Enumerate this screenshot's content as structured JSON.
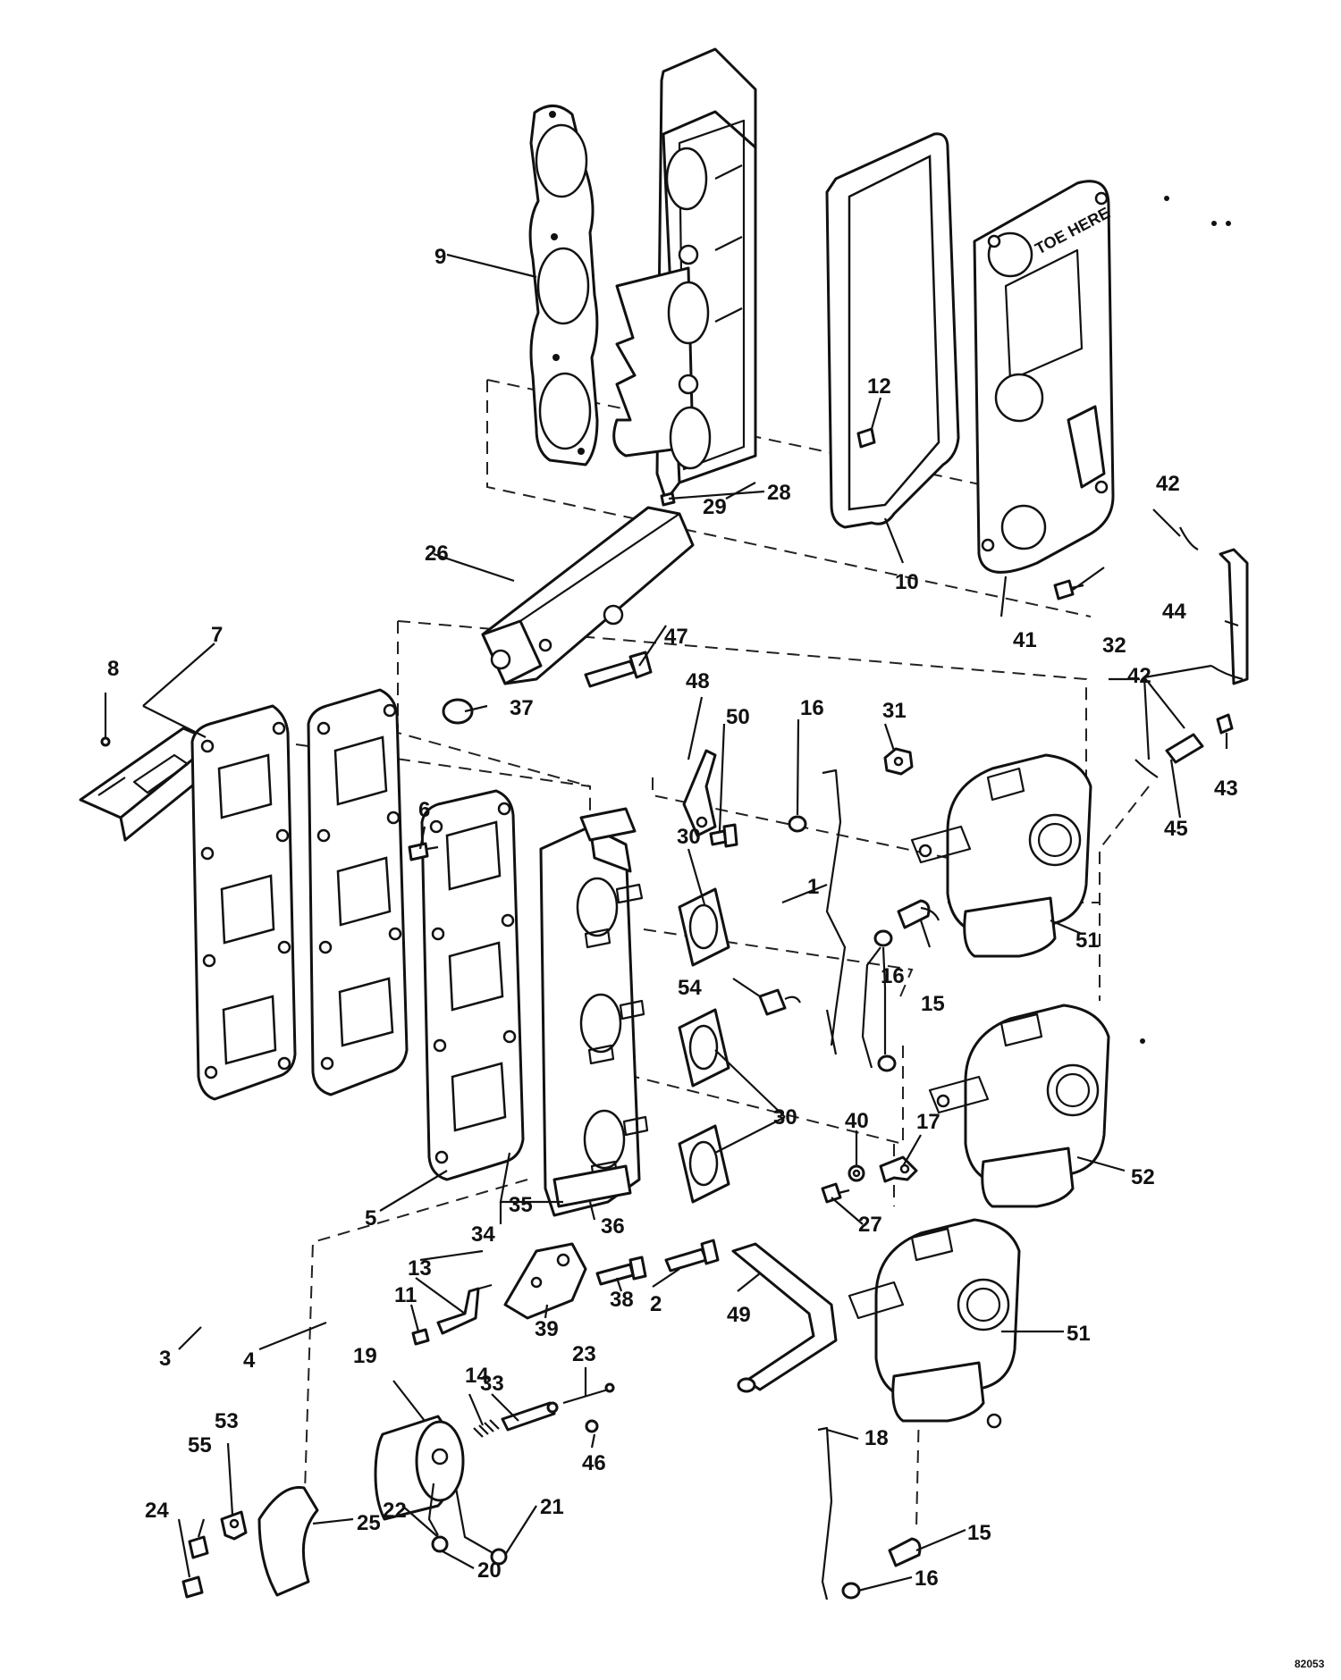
{
  "callouts": [
    {
      "label": "1"
    },
    {
      "label": "2"
    },
    {
      "label": "3"
    },
    {
      "label": "4"
    },
    {
      "label": "5"
    },
    {
      "label": "6"
    },
    {
      "label": "7"
    },
    {
      "label": "8"
    },
    {
      "label": "9"
    },
    {
      "label": "10"
    },
    {
      "label": "11"
    },
    {
      "label": "12"
    },
    {
      "label": "13"
    },
    {
      "label": "14"
    },
    {
      "label": "15"
    },
    {
      "label": "15"
    },
    {
      "label": "16"
    },
    {
      "label": "16"
    },
    {
      "label": "16"
    },
    {
      "label": "17"
    },
    {
      "label": "18"
    },
    {
      "label": "19"
    },
    {
      "label": "20"
    },
    {
      "label": "21"
    },
    {
      "label": "22"
    },
    {
      "label": "23"
    },
    {
      "label": "24"
    },
    {
      "label": "25"
    },
    {
      "label": "26"
    },
    {
      "label": "27"
    },
    {
      "label": "28"
    },
    {
      "label": "29"
    },
    {
      "label": "30"
    },
    {
      "label": "30"
    },
    {
      "label": "31"
    },
    {
      "label": "32"
    },
    {
      "label": "33"
    },
    {
      "label": "34"
    },
    {
      "label": "35"
    },
    {
      "label": "36"
    },
    {
      "label": "37"
    },
    {
      "label": "38"
    },
    {
      "label": "39"
    },
    {
      "label": "40"
    },
    {
      "label": "41"
    },
    {
      "label": "42"
    },
    {
      "label": "42"
    },
    {
      "label": "43"
    },
    {
      "label": "44"
    },
    {
      "label": "45"
    },
    {
      "label": "46"
    },
    {
      "label": "47"
    },
    {
      "label": "48"
    },
    {
      "label": "49"
    },
    {
      "label": "50"
    },
    {
      "label": "51"
    },
    {
      "label": "51"
    },
    {
      "label": "52"
    },
    {
      "label": "53"
    },
    {
      "label": "54"
    },
    {
      "label": "55"
    }
  ],
  "plate_text": "TOE HERE",
  "figure_code": "82053"
}
